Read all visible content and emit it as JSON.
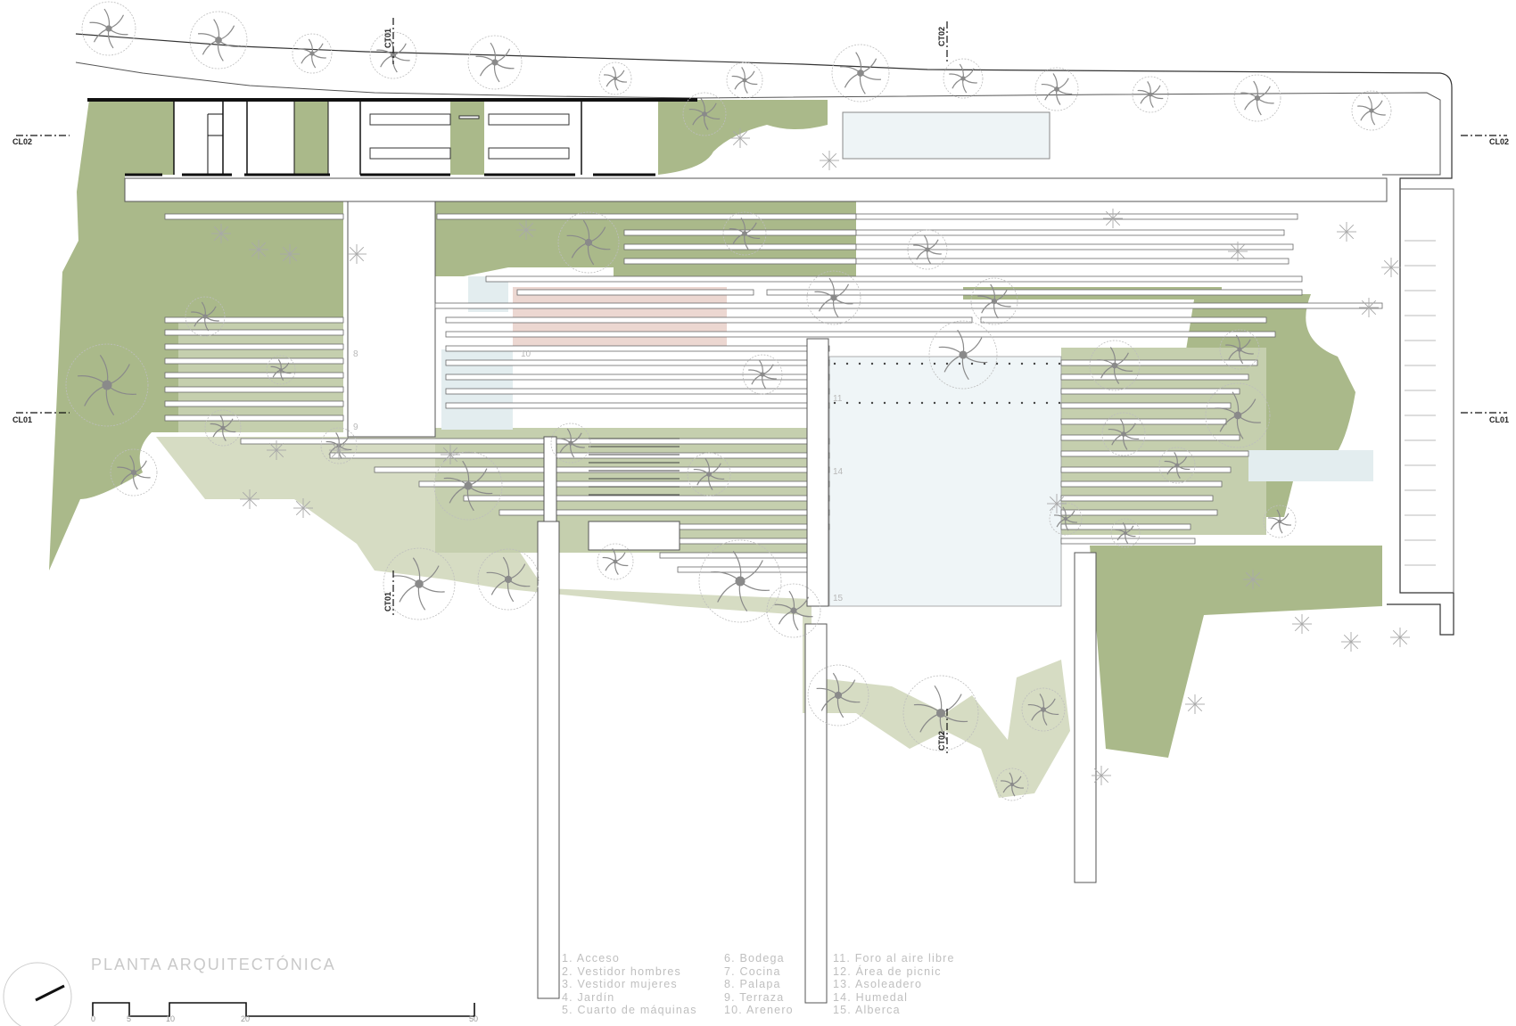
{
  "title": "PLANTA ARQUITECTÓNICA",
  "section_marks": {
    "cl01": "CL01",
    "cl02": "CL02",
    "ct01": "CT01",
    "ct02": "CT02"
  },
  "legend": {
    "col1": [
      "1.  Acceso",
      "2.  Vestidor hombres",
      "3.  Vestidor mujeres",
      "4.  Jardín",
      "5.  Cuarto de máquinas"
    ],
    "col2": [
      "6.  Bodega",
      "7.  Cocina",
      "8.  Palapa",
      "9.  Terraza",
      "10.  Arenero"
    ],
    "col3": [
      "11.  Foro al aire libre",
      "12.  Área de picnic",
      "13.  Asoleadero",
      "14.  Humedal",
      "15.  Alberca"
    ]
  },
  "room_numbers": [
    "8",
    "9",
    "10",
    "11",
    "14",
    "15"
  ],
  "scale_labels": [
    "0",
    "5",
    "10",
    "20",
    "50"
  ],
  "colors": {
    "garden": "#aab98a",
    "garden_light": "#d6dcc3",
    "garden_mid": "#c5cfae",
    "pink": "#ecd7d1",
    "pale_blue": "#e3edef",
    "line": "#4a4a4a",
    "tree": "#8a8a8a"
  }
}
